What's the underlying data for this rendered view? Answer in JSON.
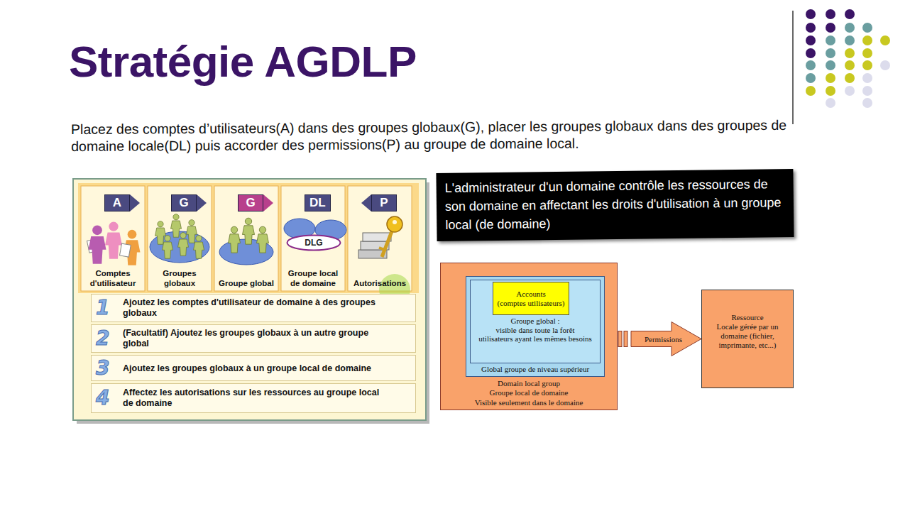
{
  "diagram": {
    "title": "Stratégie AGDLP",
    "nodes": [
      {
        "text": [
          "A",
          "Comptes d'utilisateur"
        ]
      },
      {
        "text": [
          "G",
          "Groupes globaux"
        ]
      },
      {
        "text": [
          "G",
          "Groupe global"
        ]
      },
      {
        "text": [
          "DL",
          "Groupe local de domaine"
        ]
      },
      {
        "text": [
          "DLG"
        ],
        "in": 3
      },
      {
        "text": [
          "P",
          "Autorisations"
        ]
      },
      {
        "text": [
          "1",
          "Ajoutez les comptes d'utilisateur de domaine à des groupes globaux"
        ]
      },
      {
        "text": [
          "2",
          "(Facultatif) Ajoutez les groupes globaux à un autre groupe global"
        ]
      },
      {
        "text": [
          "3",
          "Ajoutez les groupes globaux à un groupe local de domaine"
        ]
      },
      {
        "text": [
          "4",
          "Affectez les autorisations sur les ressources au groupe local de domaine"
        ]
      },
      {
        "text": [
          "L'administrateur d'un domaine contrôle les ressources de son domaine en affectant les droits d'utilisation à un groupe local (de domaine)"
        ]
      },
      {
        "text": [
          "Domain local group",
          "Groupe local de domaine",
          "Visible seulement dans le domaine"
        ]
      },
      {
        "text": [
          "Groupe global :",
          "visible dans toute la forêt",
          "utilisateurs ayant les mêmes besoins",
          "Global groupe de niveau supérieur"
        ],
        "in": 11
      },
      {
        "text": [
          "Accounts",
          "(comptes utilisateurs)"
        ],
        "in": 12
      },
      {
        "text": [
          "Ressource",
          "Locale gérée par un domaine (fichier, imprimante, etc...)"
        ]
      }
    ],
    "edges": [
      {
        "from": 11,
        "to": 14,
        "label": "Permissions",
        "arrow": "to"
      }
    ],
    "labels": [
      "Placez des comptes d’utilisateurs(A) dans des groupes globaux(G), placer les groupes globaux dans des groupes de domaine locale(DL) puis accorder des permissions(P) au groupe de domaine local."
    ]
  }
}
